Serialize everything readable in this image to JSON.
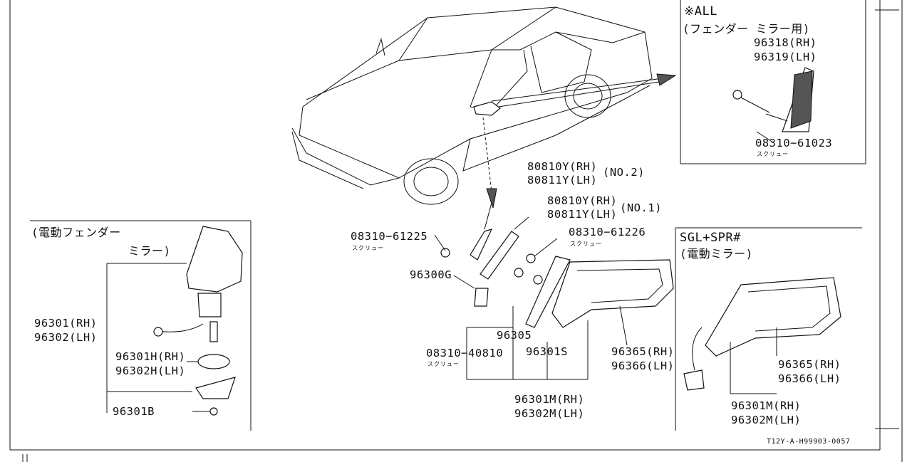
{
  "boxes": {
    "fender_mirror": {
      "title_line1": "※ALL",
      "title_line2": "(フェンダー ミラー用)",
      "part1_line1": "96318(RH)",
      "part1_line2": "96319(LH)",
      "screw_code": "08310−61023",
      "screw_name": "スクリュー"
    },
    "power_fender": {
      "title_line1": "(電動フェンダー",
      "title_line2": "ミラー)",
      "assy_line1": "96301(RH)",
      "assy_line2": "96302(LH)",
      "sub_line1": "96301H(RH)",
      "sub_line2": "96302H(LH)",
      "base": "96301B"
    },
    "sgl_spr": {
      "title_line1": "SGL+SPR#",
      "title_line2": "(電動ミラー)",
      "cover_line1": "96365(RH)",
      "cover_line2": "96366(LH)",
      "assy_line1": "96301M(RH)",
      "assy_line2": "96302M(LH)"
    }
  },
  "center": {
    "no2_line1": "80810Y(RH)",
    "no2_line2": "80811Y(LH)",
    "no2_tag": "(NO.2)",
    "no1_line1": "80810Y(RH)",
    "no1_line2": "80811Y(LH)",
    "no1_tag": "(NO.1)",
    "screw_a_code": "08310−61225",
    "screw_a_name": "スクリュー",
    "screw_b_code": "08310−61226",
    "screw_b_name": "スクリュー",
    "bracket": "96300G",
    "gasket": "96305",
    "glass": "96301S",
    "screw_c_code": "08310−40810",
    "screw_c_name": "スクリュー",
    "cover_line1": "96365(RH)",
    "cover_line2": "96366(LH)",
    "assy_line1": "96301M(RH)",
    "assy_line2": "96302M(LH)"
  },
  "doc_code": "T12Y-A-H99903-0057"
}
